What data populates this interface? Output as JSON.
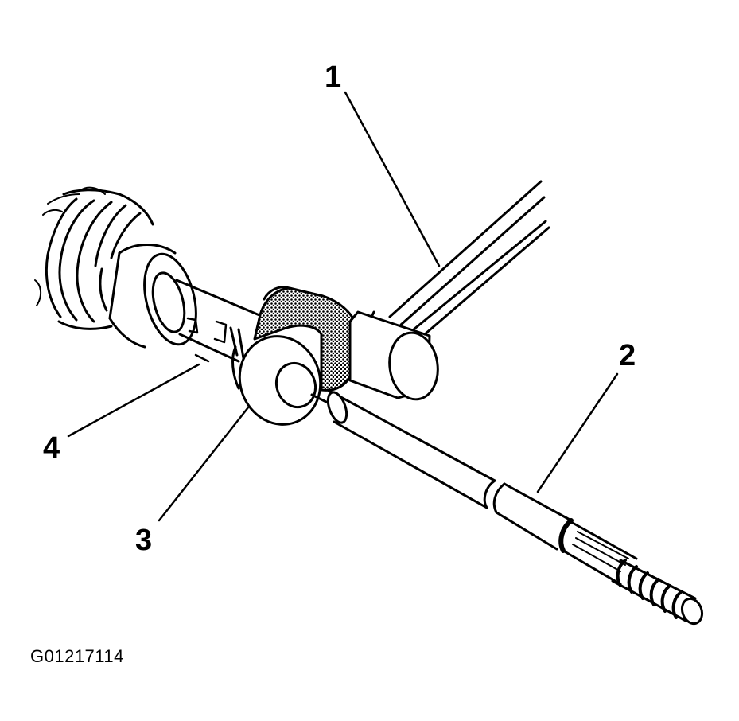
{
  "callouts": {
    "c1": "1",
    "c2": "2",
    "c3": "3",
    "c4": "4"
  },
  "figure_id": "G01217114",
  "colors": {
    "ink": "#000000",
    "paper": "#ffffff",
    "stipple": "#555555"
  }
}
